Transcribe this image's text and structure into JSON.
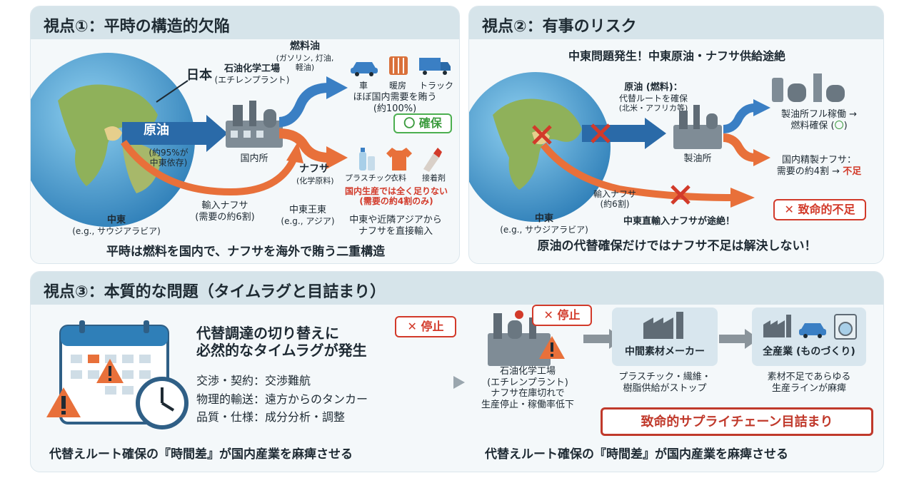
{
  "panel1": {
    "title": "視点①：平時の構造的欠陥",
    "japan_label": "日本",
    "crude_label": "原油",
    "crude_dependence_1": "(約95%が",
    "crude_dependence_2": "中東依存)",
    "plant_title_1": "石油化学工場",
    "plant_title_2": "(エチレンプラント)",
    "domestic_refinery": "国内所",
    "fuel_title": "燃料油",
    "fuel_types_1": "(ガソリン, 灯油,",
    "fuel_types_2": "軽油)",
    "fuel_items": [
      "車",
      "暖房",
      "トラック"
    ],
    "fuel_cover_1": "ほぼ国内需要を賄う",
    "fuel_cover_2": "(約100%)",
    "secured_badge": "〇 確保",
    "naphtha_title": "ナフサ",
    "naphtha_sub": "(化学原料)",
    "naphtha_items": [
      "プラスチック",
      "衣料",
      "接着剤"
    ],
    "naphtha_short_1": "国内生産では全く足りない",
    "naphtha_short_2": "(需要の約4割のみ)",
    "import_naphtha_1": "輸入ナフサ",
    "import_naphtha_2": "(需要の約6割)",
    "mideast_1": "中東",
    "mideast_2": "(e.g., サウジアラビア)",
    "mideast_kingdom_1": "中東王東",
    "mideast_kingdom_2": "(e.g., アジア)",
    "direct_import_1": "中東や近隣アジアから",
    "direct_import_2": "ナフサを直接輸入",
    "footer": "平時は燃料を国内で、ナフサを海外で賄う二重構造"
  },
  "panel2": {
    "title": "視点②：有事のリスク",
    "alert": "中東問題発生！中東原油・ナフサ供給途絶",
    "crude_fuel_1": "原油 (燃料)：",
    "crude_fuel_2": "代替ルートを確保",
    "crude_fuel_3": "(北米・アフリカ等)",
    "refinery_label": "製油所",
    "refinery_full_1": "製油所フル稼働 →",
    "refinery_full_2": "燃料確保 (",
    "refinery_full_ok": "〇",
    "refinery_full_3": ")",
    "domestic_naphtha_1": "国内精製ナフサ：",
    "domestic_naphtha_2": "需要の約4割 →",
    "domestic_naphtha_short": "不足",
    "import_naphtha_1": "輸入ナフサ",
    "import_naphtha_2": "(約6割)",
    "mideast_1": "中東",
    "mideast_2": "(e.g., サウジアラビア)",
    "direct_cut": "中東直輸入ナフサが途絶！",
    "fatal_badge": "✕ 致命的不足",
    "footer": "原油の代替確保だけではナフサ不足は解決しない！"
  },
  "panel3": {
    "title": "視点③：本質的な問題（タイムラグと目詰まり）",
    "headline_1": "代替調達の切り替えに",
    "headline_2": "必然的なタイムラグが発生",
    "stop_badge": "✕ 停止",
    "factors": [
      "交渉・契約：交渉難航",
      "物理的輸送：遠方からのタンカー",
      "品質・仕様：成分分析・調整"
    ],
    "plant_1": "石油化学工場",
    "plant_2": "(エチレンプラント)",
    "plant_3": "ナフサ在庫切れで",
    "plant_4": "生産停止・稼働率低下",
    "plant_stop_badge": "✕ 停止",
    "middle_maker": "中間素材メーカー",
    "middle_desc_1": "プラスチック・繊維・",
    "middle_desc_2": "樹脂供給がストップ",
    "all_industry": "全産業 (ものづくり)",
    "all_desc_1": "素材不足であらゆる",
    "all_desc_2": "生産ラインが麻痺",
    "fatal_clog": "致命的サプライチェーン目詰まり",
    "footer_left": "代替えルート確保の『時間差』が国内産業を麻痺させる",
    "footer_right": "代替えルート確保の『時間差』が国内産業を麻痺させる"
  }
}
